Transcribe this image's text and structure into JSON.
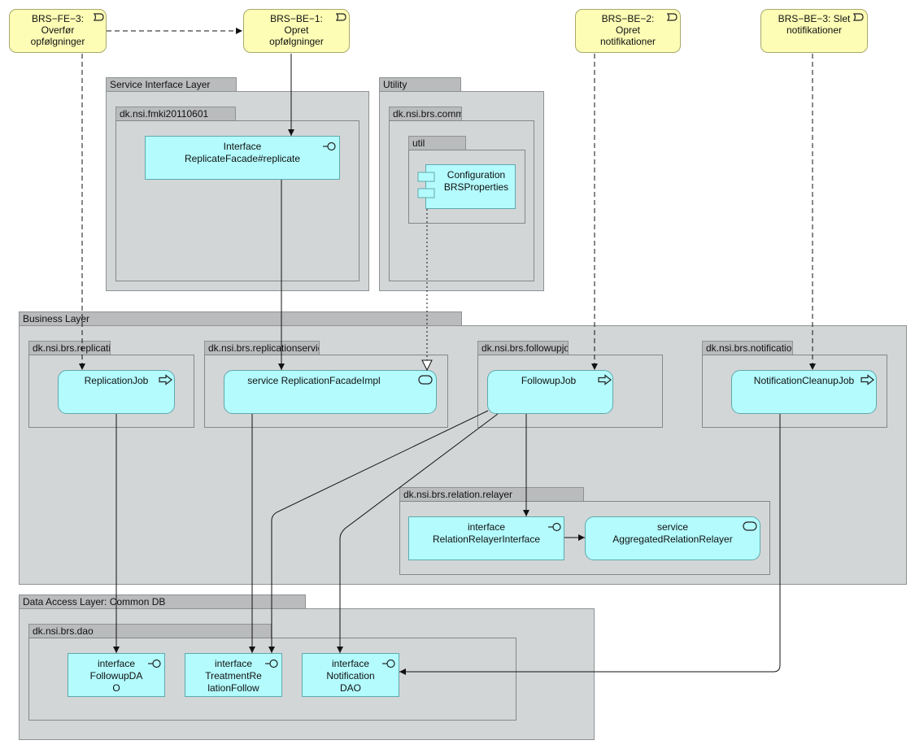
{
  "requirements": {
    "fe3": [
      "BRS−FE−3:",
      "Overfør",
      "opfølgninger"
    ],
    "be1": [
      "BRS−BE−1:",
      "Opret",
      "opfølgninger"
    ],
    "be2": [
      "BRS−BE−2:",
      "Opret",
      "notifikationer"
    ],
    "be3": [
      "BRS−BE−3: Slet",
      "notifikationer"
    ]
  },
  "layers": {
    "service_interface": "Service Interface Layer",
    "utility": "Utility",
    "business": "Business Layer",
    "data_access": "Data Access Layer: Common DB"
  },
  "packages": {
    "fmki": "dk.nsi.fmki20110601",
    "common": "dk.nsi.brs.common",
    "util": "util",
    "replicationjob": "dk.nsi.brs.replicationjob",
    "replicationservice": "dk.nsi.brs.replicationservice",
    "followupjob": "dk.nsi.brs.followupjob",
    "notificationcleanupjob": "dk.nsi.brs.notificationcleanupjob",
    "relation_relayer": "dk.nsi.brs.relation.relayer",
    "dao": "dk.nsi.brs.dao"
  },
  "elements": {
    "replicate_facade": [
      "Interface",
      "ReplicateFacade#replicate"
    ],
    "configuration": [
      "Configuration",
      "BRSProperties"
    ],
    "replication_job": [
      "ReplicationJob"
    ],
    "replication_facade_impl": [
      "service ReplicationFacadeImpl"
    ],
    "followup_job": [
      "FollowupJob"
    ],
    "notification_cleanup_job": [
      "NotificationCleanupJob"
    ],
    "relation_relayer_interface": [
      "interface",
      "RelationRelayerInterface"
    ],
    "aggregated_relation_relayer": [
      "service",
      "AggregatedRelationRelayer"
    ],
    "followup_dao": [
      "interface",
      "FollowupDA",
      "O"
    ],
    "treatment_relation_follow": [
      "interface",
      "TreatmentRe",
      "lationFollow"
    ],
    "notification_dao": [
      "interface",
      "Notification",
      "DAO"
    ]
  },
  "colors": {
    "requirement_fill": "#fdfdb6",
    "element_fill": "#b3fbfd",
    "group_fill": "#d3d6d7",
    "tab_fill": "#b9bbbc"
  }
}
